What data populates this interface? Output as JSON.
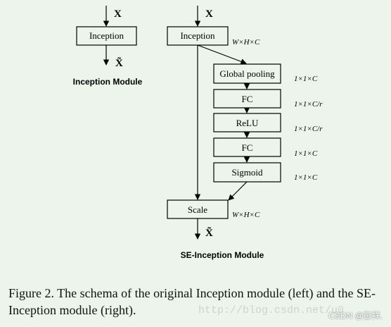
{
  "left_module": {
    "input_var": "X",
    "block_label": "Inception",
    "output_var": "X̃",
    "title": "Inception Module"
  },
  "right_module": {
    "input_var": "X",
    "top_block_label": "Inception",
    "top_dim": "W×H×C",
    "stages": [
      {
        "label": "Global pooling",
        "dim": "1×1×C"
      },
      {
        "label": "FC",
        "dim": "1×1×C/r"
      },
      {
        "label": "ReLU",
        "dim": "1×1×C/r"
      },
      {
        "label": "FC",
        "dim": "1×1×C"
      },
      {
        "label": "Sigmoid",
        "dim": "1×1×C"
      }
    ],
    "scale_label": "Scale",
    "scale_dim": "W×H×C",
    "output_var": "X̃",
    "title": "SE-Inception Module"
  },
  "caption": "Figure 2. The schema of the original Inception module (left) and the SE-Inception module (right).",
  "watermark": "CSDN @彭祥.",
  "watermark_url": "http://blog.csdn.net/u0"
}
